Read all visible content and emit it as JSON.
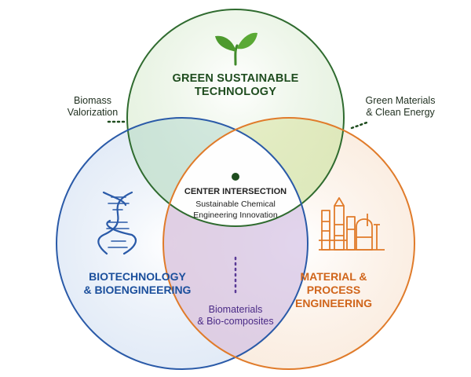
{
  "colors": {
    "green": "#2f6b2f",
    "blue": "#2a5aa8",
    "orange": "#e07b2a",
    "purple": "#7a4fa0"
  },
  "circles": {
    "green": {
      "title_lines": [
        "GREEN SUSTAINABLE",
        "TECHNOLOGY"
      ],
      "icon": "sprout-icon"
    },
    "blue": {
      "title_lines": [
        "BIOTECHNOLOGY",
        "& BIOENGINEERING"
      ],
      "icon": "dna-icon"
    },
    "orange": {
      "title_lines": [
        "MATERIAL &",
        "PROCESS ENGINEERING"
      ],
      "icon": "chemical-plant-icon"
    }
  },
  "overlaps": {
    "green_blue": [
      "Biomass",
      "Valorization"
    ],
    "green_orange": [
      "Green Materials",
      "& Clean Energy"
    ],
    "blue_orange": [
      "Biomaterials",
      "& Bio-composites"
    ]
  },
  "center": {
    "heading": "CENTER INTERSECTION",
    "sub_lines": [
      "Sustainable Chemical",
      "Engineering Innovation"
    ]
  }
}
